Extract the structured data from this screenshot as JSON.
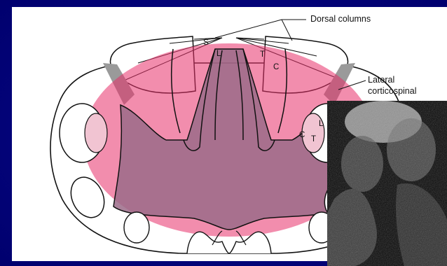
{
  "diagram": {
    "labels": {
      "dorsal_columns": "Dorsal columns",
      "lateral_corticospinal_line1": "Lateral",
      "lateral_corticospinal_line2": "corticospinal"
    },
    "segment_letters": {
      "dorsal_S": "S",
      "dorsal_L": "L",
      "dorsal_T": "T",
      "dorsal_C": "C",
      "lateral_C": "C",
      "lateral_T": "T",
      "lateral_L": "L"
    },
    "colors": {
      "background": "#00007a",
      "panel": "#ffffff",
      "highlight": "#e8306a",
      "outline": "#111111"
    },
    "inset": {
      "icon": "mri-scan-image"
    }
  }
}
